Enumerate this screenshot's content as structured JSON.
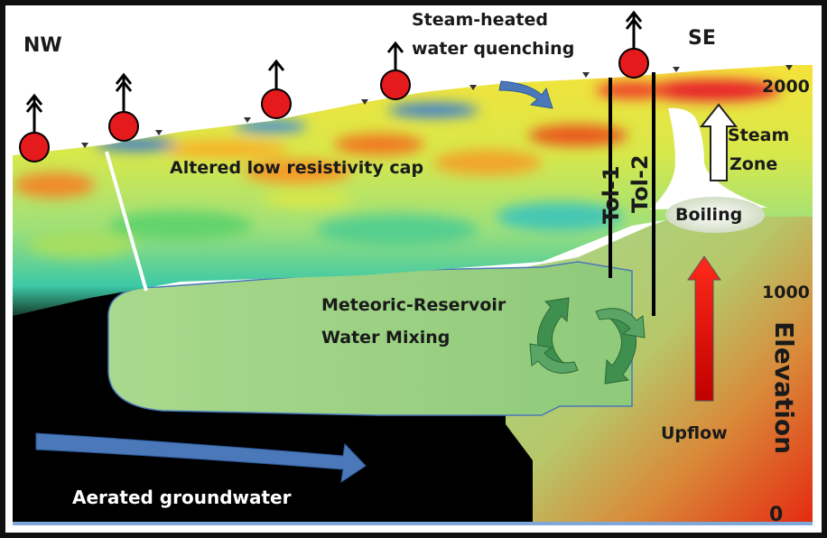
{
  "labels": {
    "nw": "NW",
    "se": "SE",
    "steam_heated_line1": "Steam-heated",
    "steam_heated_line2": "water quenching",
    "cap": "Altered low resistivity cap",
    "steam_zone_line1": "Steam",
    "steam_zone_line2": "Zone",
    "boiling": "Boiling",
    "well1": "Tol-1",
    "well2": "Tol-2",
    "mixing_line1": "Meteoric-Reservoir",
    "mixing_line2": "Water Mixing",
    "upflow": "Upflow",
    "groundwater": "Aerated groundwater",
    "elevation_axis": "Elevation",
    "tick_2000": "2000",
    "tick_1000": "1000",
    "tick_0": "0"
  },
  "colors": {
    "frame": "#111111",
    "marker_fill": "#e41a1c",
    "reservoir_green": "#9fcf7a",
    "upflow_red": "#e02010",
    "flow_arrow_blue": "#4a78b8",
    "mixing_arrow_green": "#3f8f4f",
    "groundwater_black": "#000000"
  },
  "icons": {
    "surface_marker": "red-circle-upward-arrow-icon",
    "steam_arrow": "hollow-up-arrow-icon",
    "mixing": "circular-arrows-icon"
  }
}
